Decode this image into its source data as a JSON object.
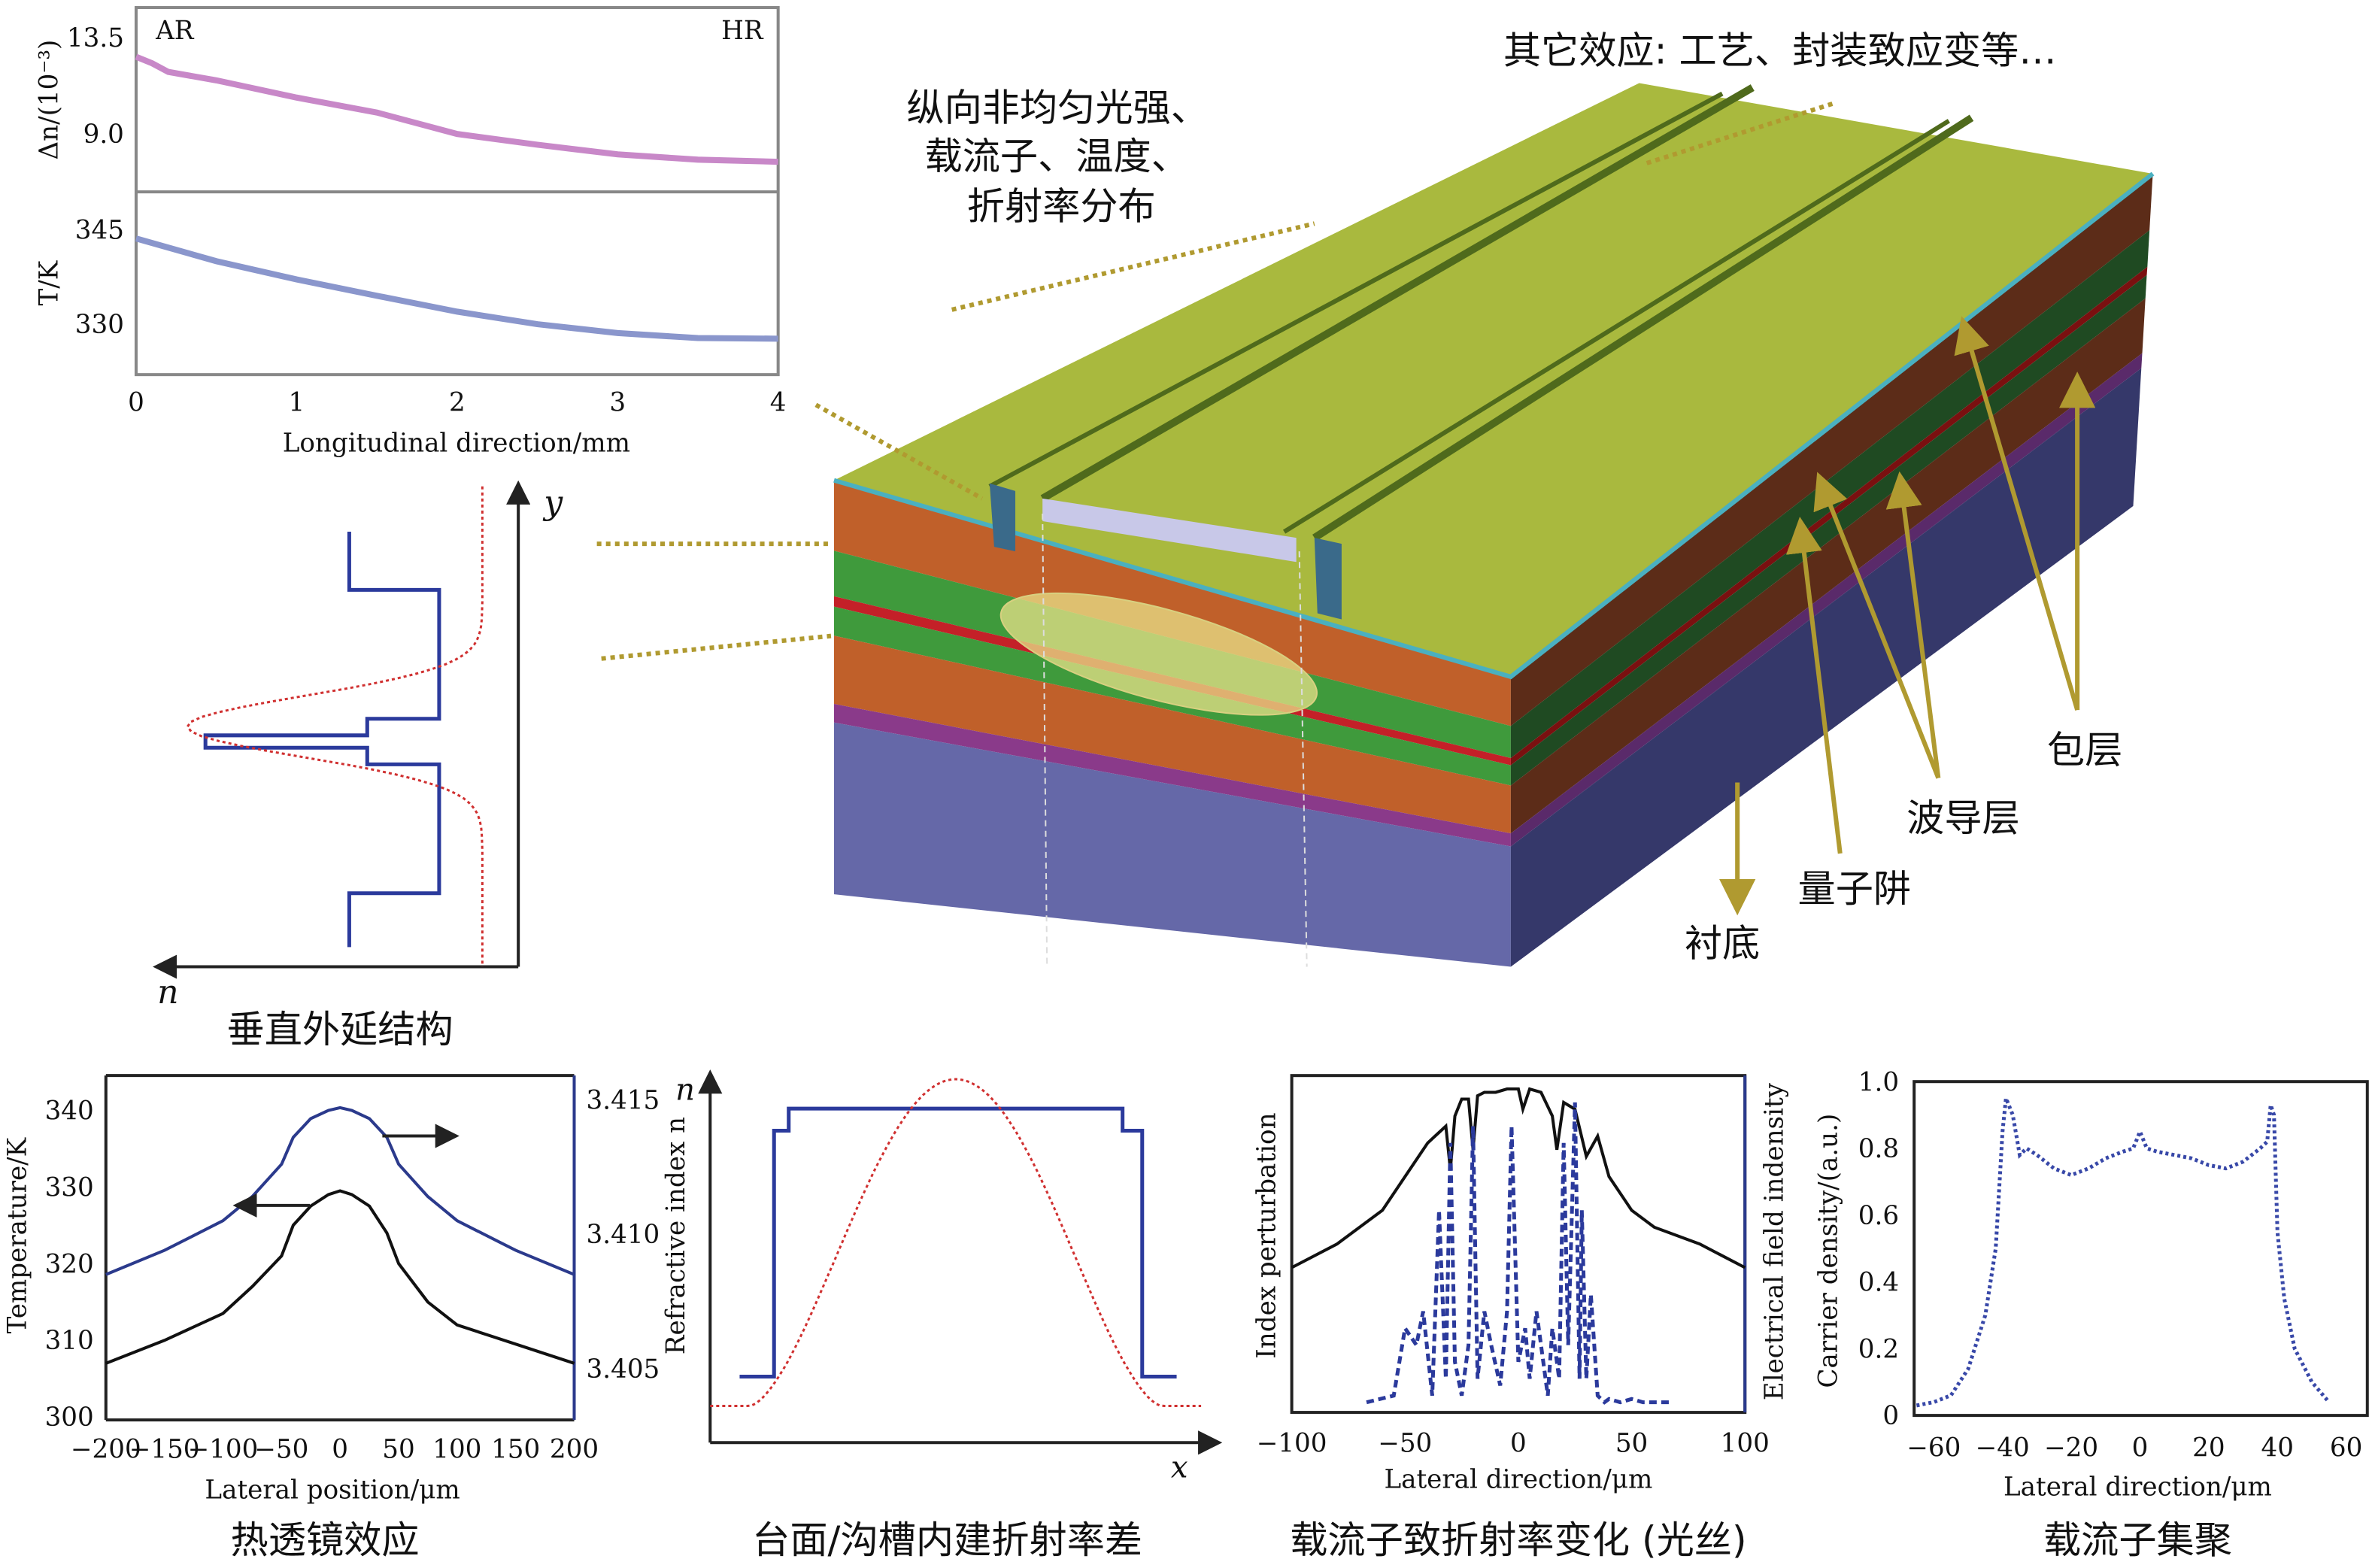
{
  "labels": {
    "other_effects": "其它效应: 工艺、封装致应变等…",
    "longitudinal": [
      "纵向非均匀光强、",
      "载流子、温度、",
      "折射率分布"
    ],
    "cladding": "包层",
    "waveguide": "波导层",
    "quantum_well": "量子阱",
    "substrate": "衬底",
    "vertical_structure": "垂直外延结构",
    "y_axis": "y",
    "n_axis": "n",
    "caption_thermal": "热透镜效应",
    "caption_mesa": "台面/沟槽内建折射率差",
    "caption_filament": "载流子致折射率变化 (光丝)",
    "caption_carrier": "载流子集聚"
  },
  "colors": {
    "top_face": "#a9b93e",
    "cladding": "#c0602a",
    "waveguide": "#3f9a3c",
    "qw": "#c42028",
    "buffer": "#8a3a8a",
    "substrate": "#6568a8",
    "pointer": "#b09a30"
  },
  "chart_data": [
    {
      "type": "line",
      "name": "longitudinal",
      "xlabel": "Longitudinal direction/mm",
      "xticks": [
        "0",
        "1",
        "2",
        "3",
        "4"
      ],
      "xlim": [
        0,
        4
      ],
      "annotations": [
        "AR",
        "HR"
      ],
      "panels": [
        {
          "ylabel": "Δn/(10⁻³)",
          "yticks": [
            "13.5",
            "9.0"
          ],
          "ylim": [
            6.3,
            14.9
          ],
          "x": [
            0,
            0.1,
            0.2,
            0.5,
            1,
            1.5,
            2,
            2.5,
            3,
            3.5,
            4
          ],
          "y": [
            12.6,
            12.3,
            11.9,
            11.5,
            10.7,
            10.0,
            9.0,
            8.5,
            8.05,
            7.8,
            7.7
          ],
          "color": "#c888c8"
        },
        {
          "ylabel": "T/K",
          "yticks": [
            "345",
            "330"
          ],
          "ylim": [
            322,
            351
          ],
          "x": [
            0,
            0.5,
            1,
            1.5,
            2,
            2.5,
            3,
            3.5,
            4
          ],
          "y": [
            343.6,
            340,
            337.1,
            334.5,
            332,
            330,
            328.6,
            327.8,
            327.7
          ],
          "color": "#8a96cc"
        }
      ]
    },
    {
      "type": "line",
      "name": "vertical-profile",
      "step_n": {
        "y": [
          0,
          0.14,
          0.14,
          0.45,
          0.45,
          0.49,
          0.49,
          0.52,
          0.52,
          0.56,
          0.56,
          0.87,
          0.87,
          1.0
        ],
        "n": [
          0.47,
          0.47,
          0.22,
          0.22,
          0.42,
          0.42,
          0.87,
          0.87,
          0.42,
          0.42,
          0.22,
          0.22,
          0.47,
          0.47
        ]
      },
      "mode": {
        "peak_y": 0.5,
        "width": 0.09
      }
    },
    {
      "type": "line",
      "name": "thermal-lens",
      "xlabel": "Lateral position/μm",
      "ylabel": "Temperature/K",
      "ylabel_right": "Refractive index n",
      "xticks": [
        "−200",
        "−150",
        "−100",
        "−50",
        "0",
        "50",
        "100",
        "150",
        "200"
      ],
      "yticks": [
        "300",
        "310",
        "320",
        "330",
        "340"
      ],
      "yticks_right": [
        "3.405",
        "3.410",
        "3.415"
      ],
      "xlim": [
        -200,
        200
      ],
      "ylim": [
        300,
        345
      ],
      "ylim_right": [
        3.4035,
        3.4165
      ],
      "x": [
        -200,
        -150,
        -100,
        -75,
        -50,
        -40,
        -25,
        -10,
        0,
        10,
        25,
        40,
        50,
        75,
        100,
        150,
        200
      ],
      "temperature": [
        307,
        310,
        313.5,
        317,
        321,
        325,
        327.5,
        329,
        329.5,
        329,
        327.5,
        324,
        320,
        315,
        312,
        309.5,
        307
      ],
      "index": [
        3.4085,
        3.4094,
        3.4105,
        3.4114,
        3.4126,
        3.4136,
        3.4143,
        3.4146,
        3.4147,
        3.4146,
        3.4143,
        3.4136,
        3.4126,
        3.4114,
        3.4105,
        3.4094,
        3.4085
      ]
    },
    {
      "type": "line",
      "name": "mesa-index",
      "xlabel": "x",
      "ylabel": "n",
      "step": {
        "x": [
          0.06,
          0.13,
          0.13,
          0.16,
          0.16,
          0.84,
          0.84,
          0.88,
          0.88,
          0.95
        ],
        "y": [
          0.18,
          0.18,
          0.85,
          0.85,
          0.91,
          0.91,
          0.85,
          0.85,
          0.18,
          0.18
        ]
      },
      "mode": {
        "center": 0.5,
        "width": 0.42,
        "peak": 0.99,
        "base": 0.1
      }
    },
    {
      "type": "line",
      "name": "filament",
      "xlabel": "Lateral direction/μm",
      "ylabel": "Index perturbation",
      "ylabel_right": "Electrical field indensity",
      "xticks": [
        "−100",
        "−50",
        "0",
        "50",
        "100"
      ],
      "xlim": [
        -100,
        100
      ],
      "ylim": [
        0,
        1
      ],
      "index_x": [
        -100,
        -80,
        -60,
        -50,
        -40,
        -32,
        -30,
        -28,
        -25,
        -22,
        -20,
        -18,
        -15,
        -10,
        -5,
        0,
        2,
        5,
        10,
        15,
        17,
        20,
        25,
        30,
        35,
        40,
        45,
        50,
        60,
        80,
        100
      ],
      "index_y": [
        0.43,
        0.5,
        0.6,
        0.7,
        0.8,
        0.85,
        0.72,
        0.88,
        0.93,
        0.93,
        0.78,
        0.94,
        0.95,
        0.95,
        0.96,
        0.96,
        0.9,
        0.96,
        0.95,
        0.88,
        0.78,
        0.92,
        0.9,
        0.76,
        0.82,
        0.7,
        0.65,
        0.6,
        0.55,
        0.5,
        0.43
      ],
      "field_x": [
        -67,
        -55,
        -50,
        -45,
        -42,
        -38,
        -35,
        -32,
        -30,
        -28,
        -25,
        -22,
        -20,
        -18,
        -15,
        -12,
        -8,
        -5,
        -3,
        0,
        3,
        5,
        8,
        10,
        13,
        15,
        18,
        20,
        22,
        25,
        27,
        28,
        30,
        32,
        35,
        38,
        40,
        45,
        50,
        55,
        60,
        67
      ],
      "field_y": [
        0.03,
        0.05,
        0.25,
        0.2,
        0.3,
        0.05,
        0.6,
        0.1,
        0.8,
        0.15,
        0.05,
        0.2,
        0.85,
        0.1,
        0.3,
        0.2,
        0.08,
        0.3,
        0.85,
        0.15,
        0.25,
        0.1,
        0.3,
        0.2,
        0.05,
        0.25,
        0.1,
        0.8,
        0.2,
        0.92,
        0.1,
        0.6,
        0.1,
        0.35,
        0.05,
        0.03,
        0.04,
        0.03,
        0.04,
        0.03,
        0.03,
        0.03
      ]
    },
    {
      "type": "line",
      "name": "carrier-accumulation",
      "xlabel": "Lateral direction/μm",
      "ylabel": "Carrier density/(a.u.)",
      "xticks": [
        "−60",
        "−40",
        "−20",
        "0",
        "20",
        "40",
        "60"
      ],
      "yticks": [
        "0",
        "0.2",
        "0.4",
        "0.6",
        "0.8",
        "1.0"
      ],
      "xlim": [
        -65,
        65
      ],
      "ylim": [
        0,
        1
      ],
      "x": [
        -65,
        -60,
        -55,
        -50,
        -45,
        -42,
        -40,
        -39,
        -37,
        -35,
        -33,
        -30,
        -25,
        -20,
        -15,
        -10,
        -5,
        -2,
        0,
        2,
        5,
        10,
        15,
        20,
        25,
        30,
        35,
        37,
        38,
        39,
        40,
        42,
        45,
        50,
        55
      ],
      "y": [
        0.03,
        0.04,
        0.06,
        0.14,
        0.3,
        0.5,
        0.85,
        0.95,
        0.9,
        0.78,
        0.8,
        0.78,
        0.74,
        0.72,
        0.74,
        0.77,
        0.79,
        0.8,
        0.85,
        0.8,
        0.79,
        0.78,
        0.77,
        0.75,
        0.74,
        0.76,
        0.8,
        0.82,
        0.93,
        0.9,
        0.55,
        0.35,
        0.2,
        0.1,
        0.04
      ]
    }
  ]
}
